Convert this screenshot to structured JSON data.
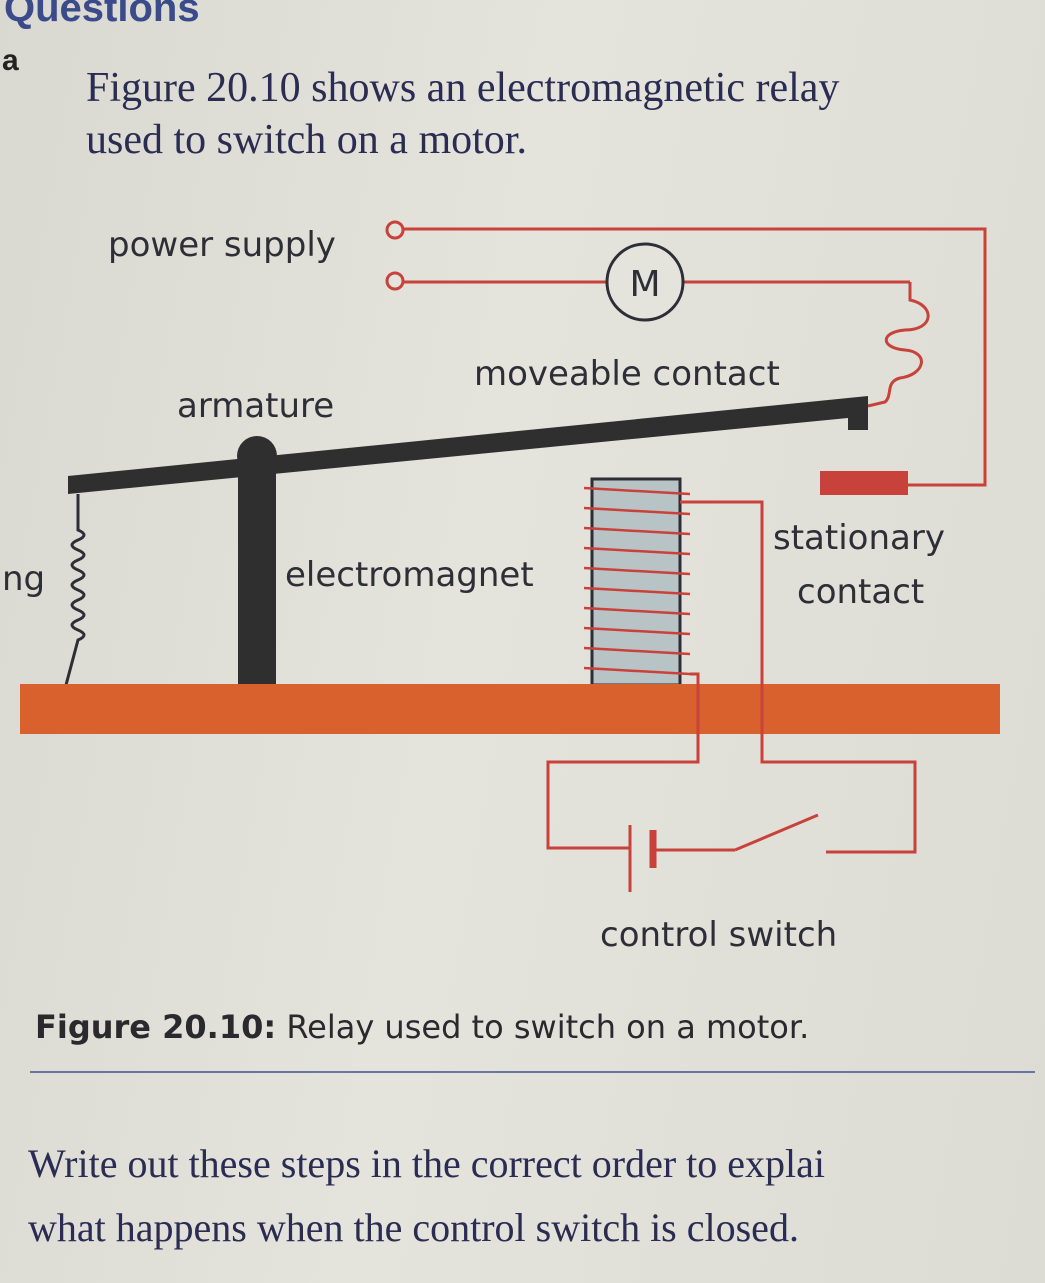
{
  "page": {
    "section_heading": "Questions",
    "question_letter": "a",
    "intro_line1": "Figure 20.10 shows an electromagnetic relay",
    "intro_line2": "used to switch on a motor.",
    "instruction_line1": "Write out these steps in the correct order to explai",
    "instruction_line2": "what happens when the control switch is closed."
  },
  "figure": {
    "labels": {
      "power_supply": "power supply",
      "motor": "M",
      "moveable_contact": "moveable contact",
      "armature": "armature",
      "spring_partial": "ng",
      "electromagnet": "electromagnet",
      "stationary": "stationary",
      "contact": "contact",
      "control_switch": "control switch"
    },
    "caption_bold": "Figure 20.10:",
    "caption_text": " Relay used to switch on a motor."
  },
  "colors": {
    "wire": "#c8413a",
    "base": "#d8612e",
    "armature": "#2f2f2f",
    "core": "#b8c3c6"
  }
}
